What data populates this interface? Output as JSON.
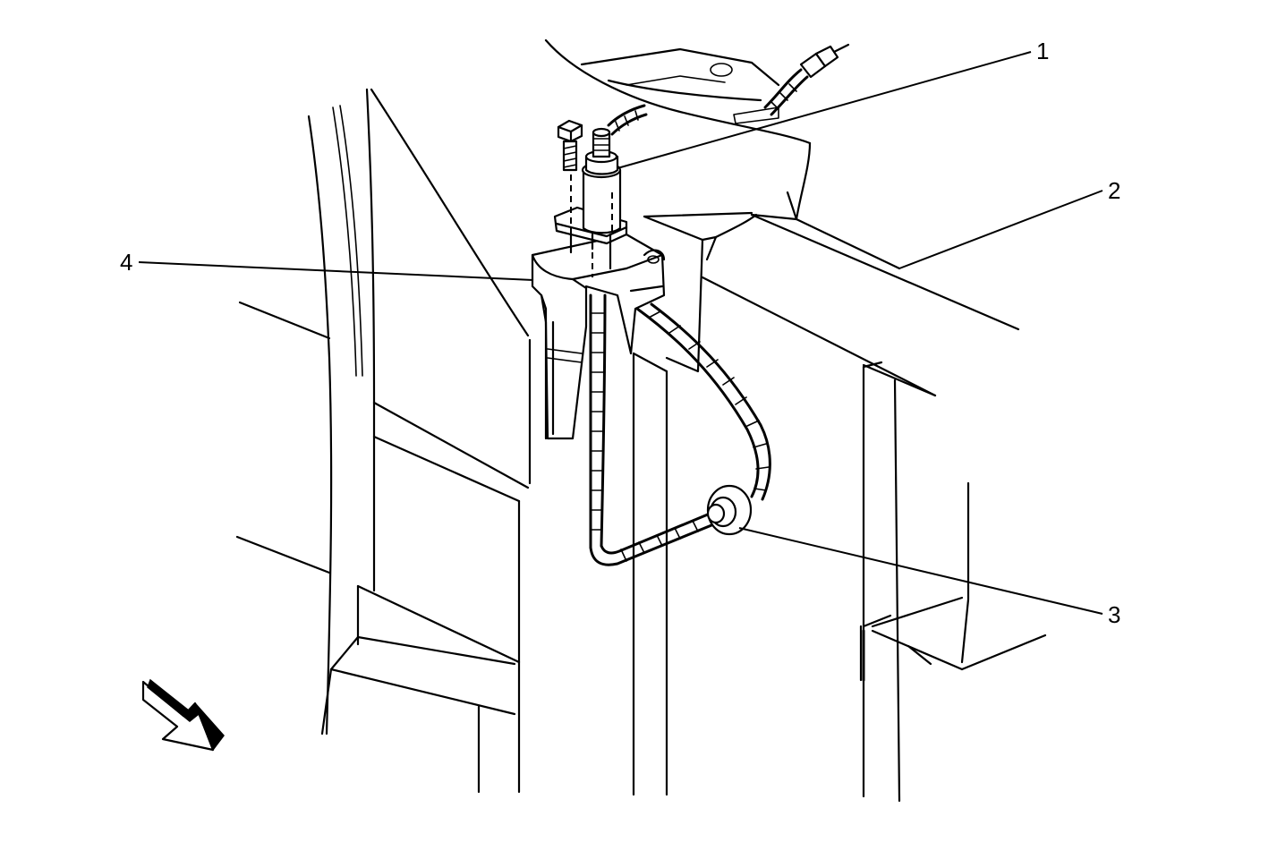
{
  "callouts": [
    {
      "id": "1",
      "label": "1"
    },
    {
      "id": "2",
      "label": "2"
    },
    {
      "id": "3",
      "label": "3"
    },
    {
      "id": "4",
      "label": "4"
    }
  ],
  "colors": {
    "line": "#000000",
    "background": "#ffffff"
  },
  "icons": [
    "view-direction-arrow-icon"
  ]
}
